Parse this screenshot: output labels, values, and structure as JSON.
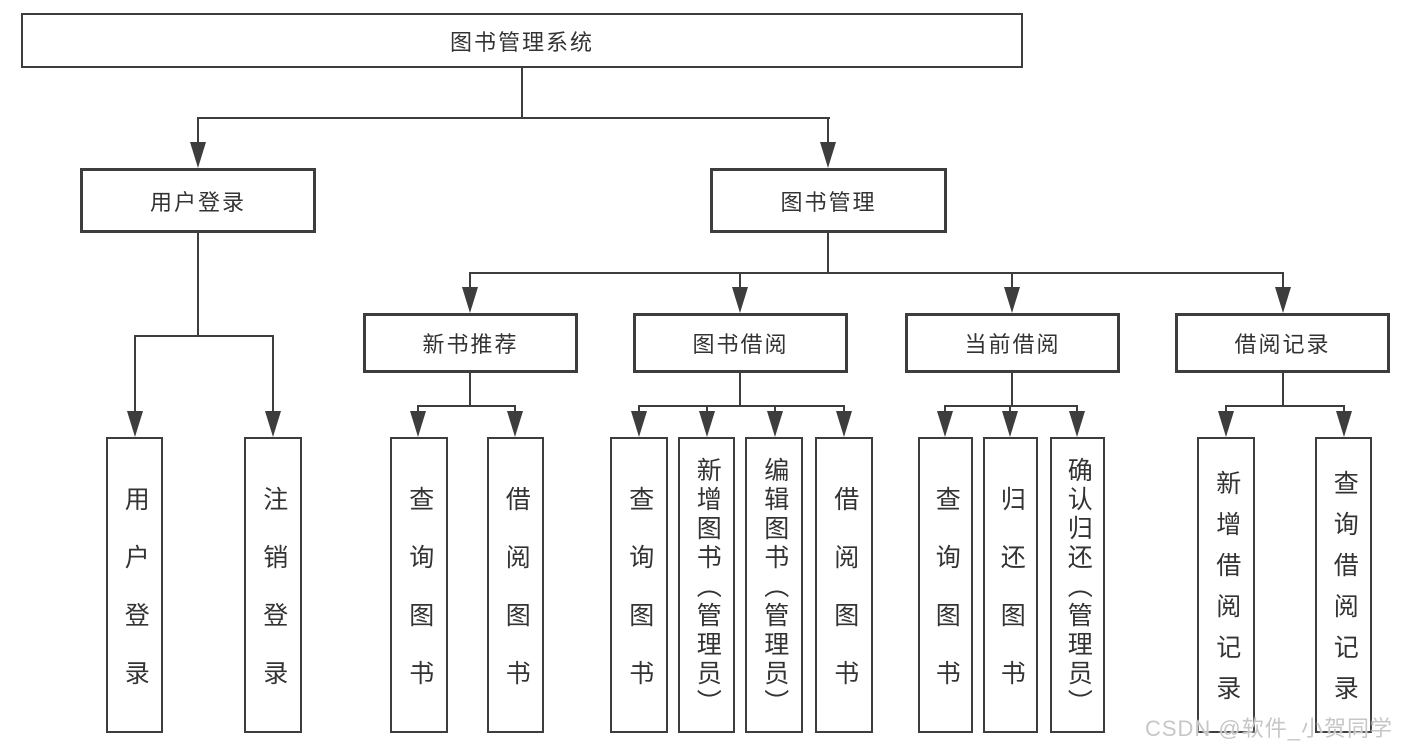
{
  "tree": {
    "root": {
      "label": "图书管理系统"
    },
    "branches": [
      {
        "label": "用户登录",
        "children": [
          {
            "label": "用户登录"
          },
          {
            "label": "注销登录"
          }
        ]
      },
      {
        "label": "图书管理",
        "children": [
          {
            "label": "新书推荐",
            "children": [
              {
                "label": "查询图书"
              },
              {
                "label": "借阅图书"
              }
            ]
          },
          {
            "label": "图书借阅",
            "children": [
              {
                "label": "查询图书"
              },
              {
                "label": "新增图书（管理员）"
              },
              {
                "label": "编辑图书（管理员）"
              },
              {
                "label": "借阅图书"
              }
            ]
          },
          {
            "label": "当前借阅",
            "children": [
              {
                "label": "查询图书"
              },
              {
                "label": "归还图书"
              },
              {
                "label": "确认归还（管理员）"
              }
            ]
          },
          {
            "label": "借阅记录",
            "children": [
              {
                "label": "新增借阅记录"
              },
              {
                "label": "查询借阅记录"
              }
            ]
          }
        ]
      }
    ]
  },
  "watermark": "CSDN @软件_小贺同学",
  "colors": {
    "line": "#3d3d3d",
    "text": "#333333",
    "watermark": "#c7c7c7",
    "background": "#ffffff"
  }
}
